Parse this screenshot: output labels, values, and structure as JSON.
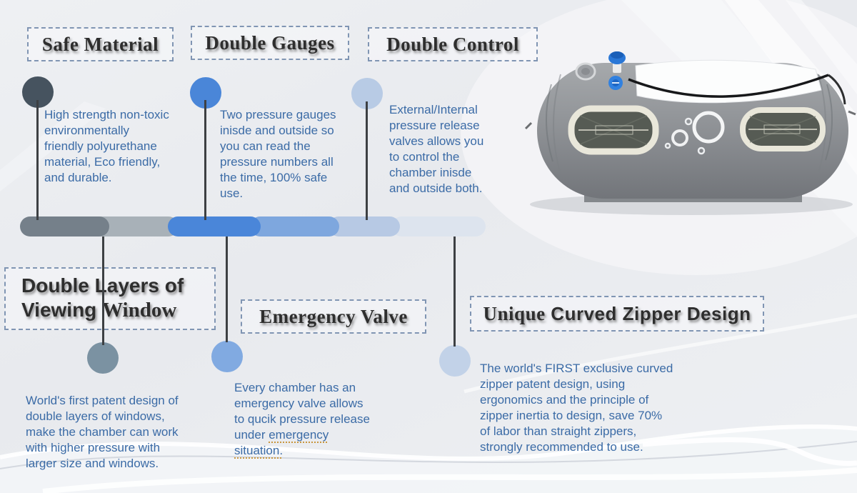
{
  "features_top": [
    {
      "title": "Safe Material",
      "dot_color": "#46535f",
      "description": "High strength non-toxic\nenvironmentally\n friendly polyurethane\nmaterial, Eco friendly,\nand durable."
    },
    {
      "title": "Double Gauges",
      "dot_color": "#4a86d8",
      "description": "Two pressure gauges\ninisde and outside so\nyou can read the\npressure numbers all\nthe time, 100% safe\nuse."
    },
    {
      "title": "Double Control",
      "dot_color": "#b8cbe5",
      "description": "External/Internal\npressure release\nvalves allows you\nto control the\nchamber inisde\nand outside both."
    }
  ],
  "features_bottom": [
    {
      "title_sans": "Double Layers of Viewing ",
      "title_serif": "Window",
      "dot_color": "#7b92a2",
      "description": "World's first patent design of\ndouble layers of windows,\nmake the chamber can work\nwith higher pressure with\nlarger size and windows."
    },
    {
      "title": "Emergency Valve",
      "dot_color": "#81aae1",
      "description_plain": "Every chamber has an\nemergency valve allows\nto qucik pressure release\nunder ",
      "description_underlined": "emergency\nsituation."
    },
    {
      "title_serif": "Unique",
      "title_sans": " Curved Zipper Design",
      "dot_color": "#c2d2e8",
      "description": "The world's FIRST exclusive curved\nzipper patent design, using\nergonomics and the principle of\nzipper inertia to design, save 70%\nof labor than straight zippers,\nstrongly recommended to use."
    }
  ],
  "timeline": {
    "segments": [
      {
        "color": "#75808a"
      },
      {
        "color": "#a8b1b8"
      },
      {
        "color": "#4a86d9"
      },
      {
        "color": "#7ea7de"
      },
      {
        "color": "#b7c9e4"
      },
      {
        "color": "#dde4ee"
      }
    ]
  },
  "colors": {
    "body_text": "#3b6ba6",
    "box_border": "#8095b3",
    "connector": "#3d4043",
    "underline": "#c8963e"
  }
}
